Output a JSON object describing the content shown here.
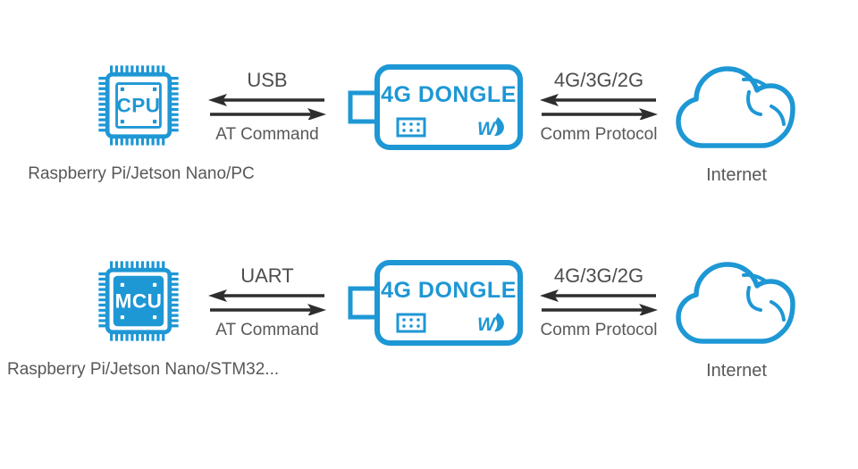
{
  "colors": {
    "brand_blue": "#1E97D5",
    "arrow_dark": "#2E2E2E",
    "label_gray": "#57585A"
  },
  "logo_glyph": "W",
  "rows": [
    {
      "chip": "CPU",
      "device": "Raspberry Pi/Jetson Nano/PC",
      "host_link": {
        "top": "USB",
        "bottom": "AT Command"
      },
      "dongle": "4G DONGLE",
      "net_link": {
        "top": "4G/3G/2G",
        "bottom": "Comm Protocol"
      },
      "cloud": "Internet"
    },
    {
      "chip": "MCU",
      "device": "Raspberry Pi/Jetson Nano/STM32...",
      "host_link": {
        "top": "UART",
        "bottom": "AT Command"
      },
      "dongle": "4G DONGLE",
      "net_link": {
        "top": "4G/3G/2G",
        "bottom": "Comm Protocol"
      },
      "cloud": "Internet"
    }
  ]
}
